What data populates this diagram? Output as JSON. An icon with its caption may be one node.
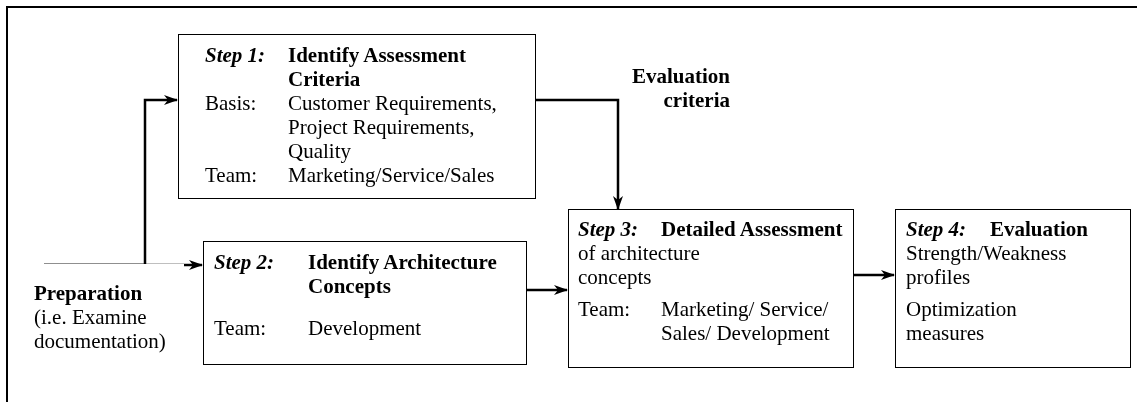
{
  "diagram": {
    "nodes": [
      {
        "text": [
          "Preparation",
          "(i.e. Examine documentation)"
        ]
      },
      {
        "text": [
          "Step 1:",
          "Identify Assessment Criteria",
          "Basis:",
          "Customer Requirements, Project Requirements, Quality",
          "Team:",
          "Marketing/Service/Sales"
        ]
      },
      {
        "text": [
          "Step 2:",
          "Identify Architecture Concepts",
          "Team:",
          "Development"
        ]
      },
      {
        "text": [
          "Step 3:",
          "Detailed Assessment",
          "of architecture concepts",
          "Team:",
          "Marketing/ Service/ Sales/ Development"
        ]
      },
      {
        "text": [
          "Step 4:",
          "Evaluation",
          "Strength/Weakness profiles",
          "Optimization measures"
        ]
      }
    ],
    "edges": [
      {
        "from": 0,
        "to": 1,
        "arrow": "to"
      },
      {
        "from": 0,
        "to": 2,
        "arrow": "to"
      },
      {
        "from": 1,
        "to": 3,
        "arrow": "to",
        "label": "Evaluation criteria"
      },
      {
        "from": 2,
        "to": 3,
        "arrow": "to"
      },
      {
        "from": 3,
        "to": 4,
        "arrow": "to"
      }
    ]
  }
}
